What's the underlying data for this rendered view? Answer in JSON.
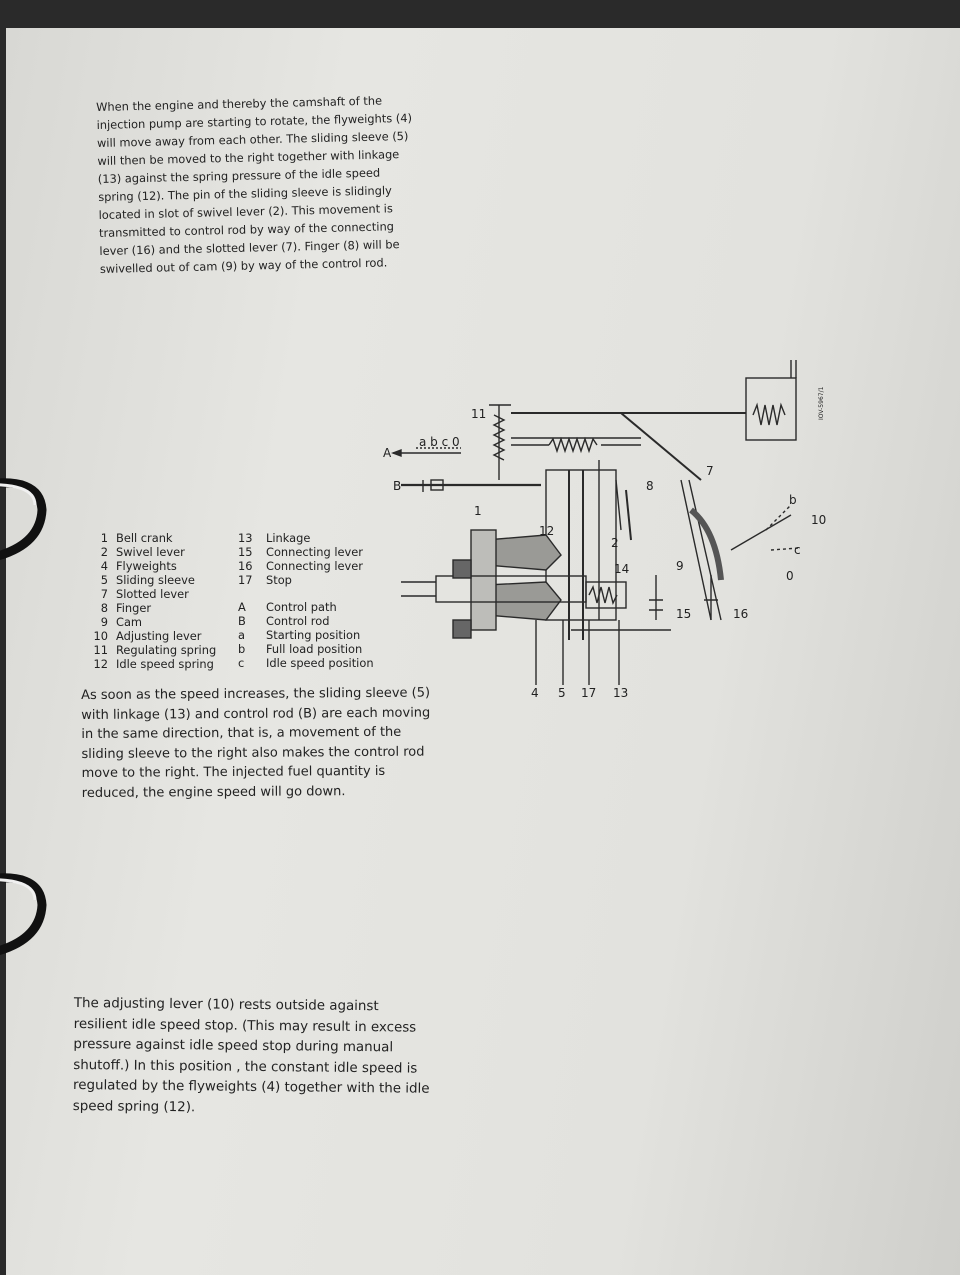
{
  "paragraphs": {
    "p1": "When the engine and thereby the camshaft of the injection pump are starting to rotate, the flyweights (4) will move away from each other. The sliding sleeve (5) will then be moved to the right together with linkage (13) against the spring pressure of the idle speed spring (12). The pin of the sliding sleeve is slidingly located in slot of swivel lever (2). This movement is transmitted to control rod by way of the connecting lever (16) and the slotted lever (7). Finger (8) will be swivelled out of cam (9) by way of the control rod.",
    "p2": "As soon as the speed increases, the sliding sleeve (5) with linkage (13) and control rod (B) are each moving in the same direction, that is, a movement of the sliding sleeve to the right also makes the control rod move to the right. The injected fuel quantity is reduced, the engine speed will go down.",
    "p3": "The adjusting lever (10) rests outside against resilient idle speed stop. (This may result in excess pressure against idle speed stop during manual shutoff.) In this position , the constant idle speed is regulated by the flyweights (4) together with the idle speed spring (12)."
  },
  "legend_left": [
    {
      "num": "1",
      "label": "Bell crank"
    },
    {
      "num": "2",
      "label": "Swivel lever"
    },
    {
      "num": "4",
      "label": "Flyweights"
    },
    {
      "num": "5",
      "label": "Sliding sleeve"
    },
    {
      "num": "7",
      "label": "Slotted lever"
    },
    {
      "num": "8",
      "label": "Finger"
    },
    {
      "num": "9",
      "label": "Cam"
    },
    {
      "num": "10",
      "label": "Adjusting lever"
    },
    {
      "num": "11",
      "label": "Regulating spring"
    },
    {
      "num": "12",
      "label": "Idle speed spring"
    }
  ],
  "legend_right_numbers": [
    {
      "num": "13",
      "label": "Linkage"
    },
    {
      "num": "15",
      "label": "Connecting lever"
    },
    {
      "num": "16",
      "label": "Connecting lever"
    },
    {
      "num": "17",
      "label": "Stop"
    }
  ],
  "legend_right_letters": [
    {
      "num": "A",
      "label": "Control path"
    },
    {
      "num": "B",
      "label": "Control rod"
    },
    {
      "num": "a",
      "label": "Starting position"
    },
    {
      "num": "b",
      "label": "Full load position"
    },
    {
      "num": "c",
      "label": "Idle speed position"
    }
  ],
  "diagram": {
    "code": "IOV-5967/1",
    "scale_label": "a b c 0",
    "labels": {
      "A": "A",
      "B": "B",
      "n1": "1",
      "n2": "2",
      "n4": "4",
      "n5": "5",
      "n7": "7",
      "n8": "8",
      "n9": "9",
      "n10": "10",
      "n11": "11",
      "n12": "12",
      "n13": "13",
      "n14": "14",
      "n15": "15",
      "n16": "16",
      "n17": "17",
      "b": "b",
      "c": "c",
      "zero": "0"
    }
  }
}
